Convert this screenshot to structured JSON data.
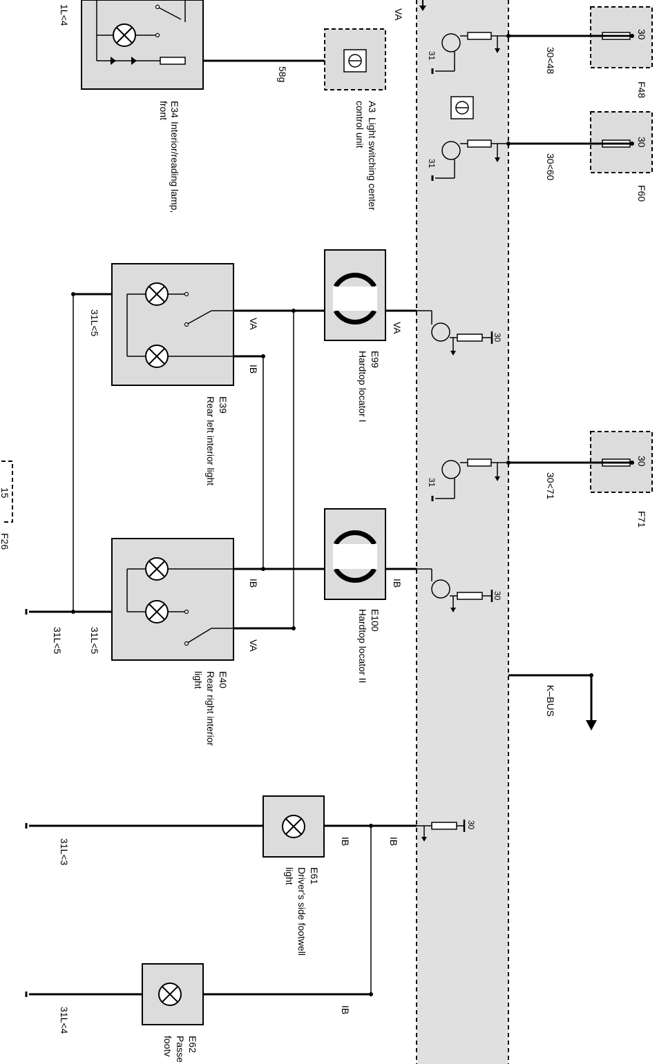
{
  "colors": {
    "bus_fill": "#e0e0e0",
    "box_fill": "#dcdcdc",
    "line": "#000000"
  },
  "labels": {
    "va_top": "VA",
    "topleft_node": "1L<4",
    "f48_num": "30",
    "f48_wire": "30<48",
    "f48_id": "F48",
    "f60_num": "30",
    "f60_wire": "30<60",
    "f60_id": "F60",
    "f71_num": "30",
    "f71_wire": "30<71",
    "f71_id": "F71",
    "t1_31": "31",
    "t2_31": "31",
    "t3_31": "31",
    "e99_30": "30",
    "e100_30": "30",
    "e61_30": "30",
    "a3_wire": "58g",
    "a3_id": "A3",
    "a3_line1": "Light switching center",
    "a3_line2": "control unit",
    "e34_id": "E34",
    "e34_line1": "Interior/reading lamp,",
    "e34_line2": "front",
    "e99_id": "E99",
    "e99_name": "Hardtop locator I",
    "e100_id": "E100",
    "e100_name": "Hardtop locator II",
    "e39_id": "E39",
    "e39_name": "Rear left interior light",
    "e40_id": "E40",
    "e40_line1": "Rear right interior",
    "e40_line2": "light",
    "e61_id": "E61",
    "e61_line1": "Driver's side footwell",
    "e61_line2": "light",
    "e62_id": "E62",
    "e62_line1": "Passe",
    "e62_line2": "footv",
    "va_e99": "VA",
    "va_e39": "VA",
    "ib_e39": "IB",
    "ib_e100": "IB",
    "ib_e40": "IB",
    "va_e40": "VA",
    "ib_e61_bus": "IB",
    "ib_e61": "IB",
    "ib_e62": "IB",
    "gnd_e39": "31L<5",
    "gnd_e40_a": "31L<5",
    "gnd_e40_b": "31L<5",
    "gnd_e61": "31L<3",
    "gnd_e62": "31L<4",
    "kbus": "K–BUS",
    "f26_num": "15",
    "f26_id": "F26"
  }
}
